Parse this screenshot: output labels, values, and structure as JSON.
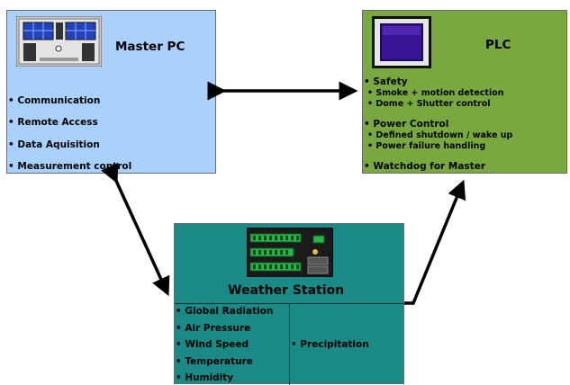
{
  "master_pc": {
    "title": "Master PC",
    "items": [
      "• Communication",
      "• Remote Access",
      "• Data Aquisition",
      "• Measurement control"
    ]
  },
  "plc": {
    "title": "PLC",
    "safety": "• Safety",
    "safety_sub": [
      "• Smoke + motion detection",
      "• Dome + Shutter control"
    ],
    "power": "• Power Control",
    "power_sub": [
      "• Defined shutdown / wake up",
      "• Power failure handling"
    ],
    "watchdog": "• Watchdog for Master"
  },
  "weather_station": {
    "title": "Weather Station",
    "left_items": [
      "• Global Radiation",
      "• Air Pressure",
      "• Wind Speed",
      "• Temperature",
      "• Humidity"
    ],
    "right_items": [
      "• Precipitation"
    ]
  },
  "colors": {
    "master_bg": "#a9d1fb",
    "plc_bg": "#79a83f",
    "weather_bg": "#1a8a86"
  },
  "icons": [
    "master-pc-icon",
    "plc-screen-icon",
    "weather-board-icon"
  ]
}
